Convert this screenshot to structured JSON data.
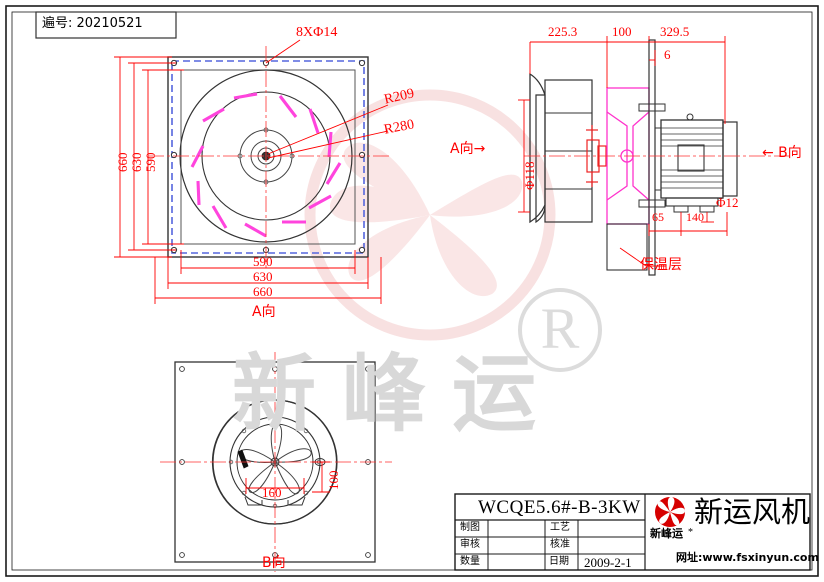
{
  "sheet": {
    "code_label": "遍号:",
    "code_value": "20210521",
    "code_box_text": "遍号: 20210521"
  },
  "views": {
    "front": {
      "name": "A向",
      "view_arrow_label": "A向",
      "callouts": [
        {
          "text": "8XΦ14",
          "kind": "hole-pattern"
        },
        {
          "text": "R209",
          "kind": "radius"
        },
        {
          "text": "R280",
          "kind": "radius"
        }
      ],
      "vertical_dims": [
        "660",
        "630",
        "590"
      ],
      "horizontal_dims": [
        "590",
        "630",
        "660"
      ]
    },
    "side": {
      "name": "B向",
      "view_arrow_label": "← B向",
      "section_arrow_label": "A向→",
      "top_dims": [
        "225.3",
        "100",
        "329.5"
      ],
      "top_small_dim": "6",
      "left_dim": "Φ118",
      "bottom_dims": [
        "65",
        "140"
      ],
      "bolt_dim": "Φ12",
      "leader_label": "保温层"
    },
    "bottom": {
      "name": "B向",
      "view_arrow_label": "B向",
      "dims": [
        "160",
        "100"
      ]
    }
  },
  "title_block": {
    "model": "WCQE5.6#-B-3KW",
    "rows": [
      {
        "label_left": "制图",
        "value_left": "",
        "label_right": "工艺",
        "value_right": ""
      },
      {
        "label_left": "审核",
        "value_left": "",
        "label_right": "核准",
        "value_right": ""
      },
      {
        "label_left": "数量",
        "value_left": "",
        "label_mid": "日期",
        "value_right": "2009-2-1"
      }
    ]
  },
  "brand": {
    "company_cn": "新运风机",
    "logo_sub": "新峰运",
    "logo_star": "*",
    "website": "网址:www.fsxinyun.com",
    "logo_color": "#d60000"
  },
  "watermark": {
    "big_text": "新峰运",
    "registered_mark": "®",
    "color_gray": "#d8d8d8",
    "color_pink": "#f6d2d2"
  },
  "colors": {
    "dimension_red": "#ff0000",
    "outline_black": "#1a1a1a",
    "blade_magenta": "#ff44dd",
    "blue_plate": "#5566dd",
    "centerline_red": "#ff3030"
  }
}
